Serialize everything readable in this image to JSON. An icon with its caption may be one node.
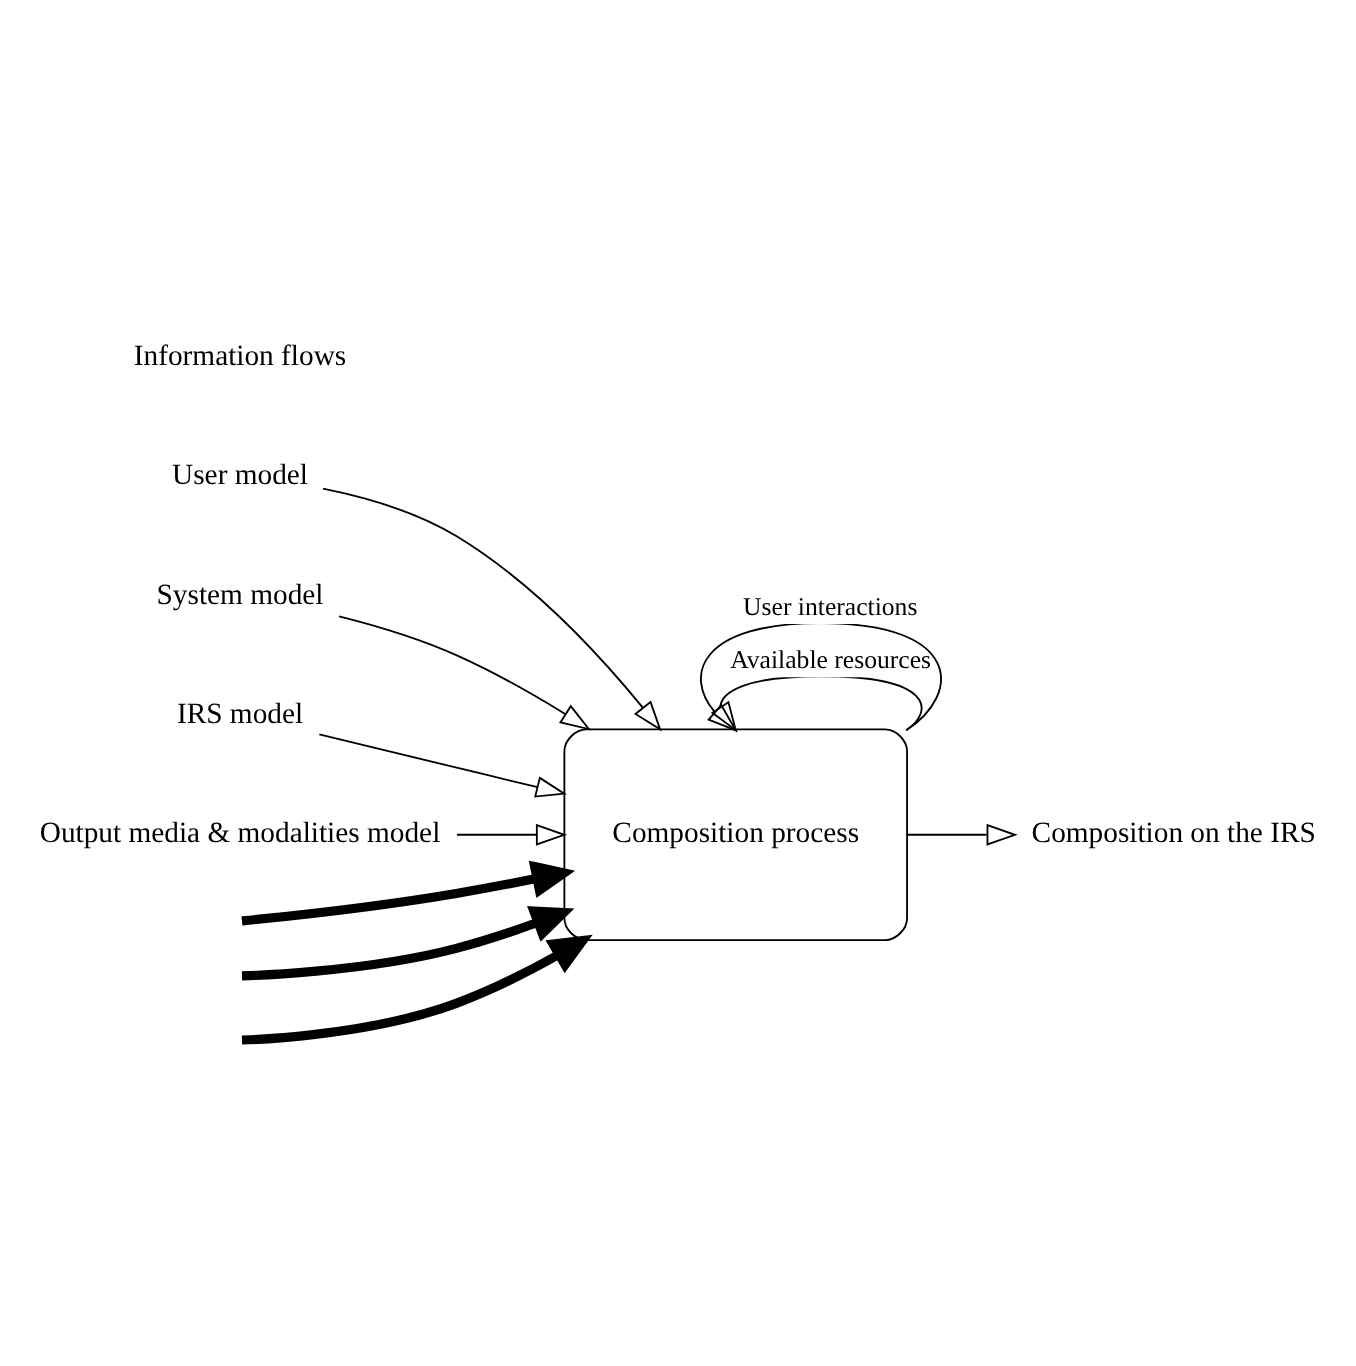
{
  "diagram": {
    "nodes": [
      {
        "text": [
          "Composition process"
        ]
      },
      {
        "text": [
          "User model"
        ]
      },
      {
        "text": [
          "System model"
        ]
      },
      {
        "text": [
          "IRS model"
        ]
      },
      {
        "text": [
          "Output media & modalities model"
        ]
      },
      {
        "text": [
          "Composition on the IRS"
        ]
      }
    ],
    "edges": [
      {
        "from": null,
        "to": 0,
        "arrow": "to",
        "style": "thick"
      },
      {
        "from": null,
        "to": 0,
        "arrow": "to",
        "style": "thick"
      },
      {
        "from": null,
        "to": 0,
        "arrow": "to",
        "style": "thick"
      },
      {
        "from": 1,
        "to": 0,
        "arrow": "to"
      },
      {
        "from": 0,
        "to": 0,
        "arrow": "to",
        "label": "Available resources"
      },
      {
        "from": 0,
        "to": 0,
        "arrow": "to",
        "label": "User interactions"
      },
      {
        "from": 2,
        "to": 0,
        "arrow": "to"
      },
      {
        "from": 3,
        "to": 0,
        "arrow": "to"
      },
      {
        "from": 4,
        "to": 0,
        "arrow": "to"
      },
      {
        "from": 0,
        "to": 5,
        "arrow": "to"
      }
    ],
    "labels": [
      "Information flows"
    ]
  }
}
